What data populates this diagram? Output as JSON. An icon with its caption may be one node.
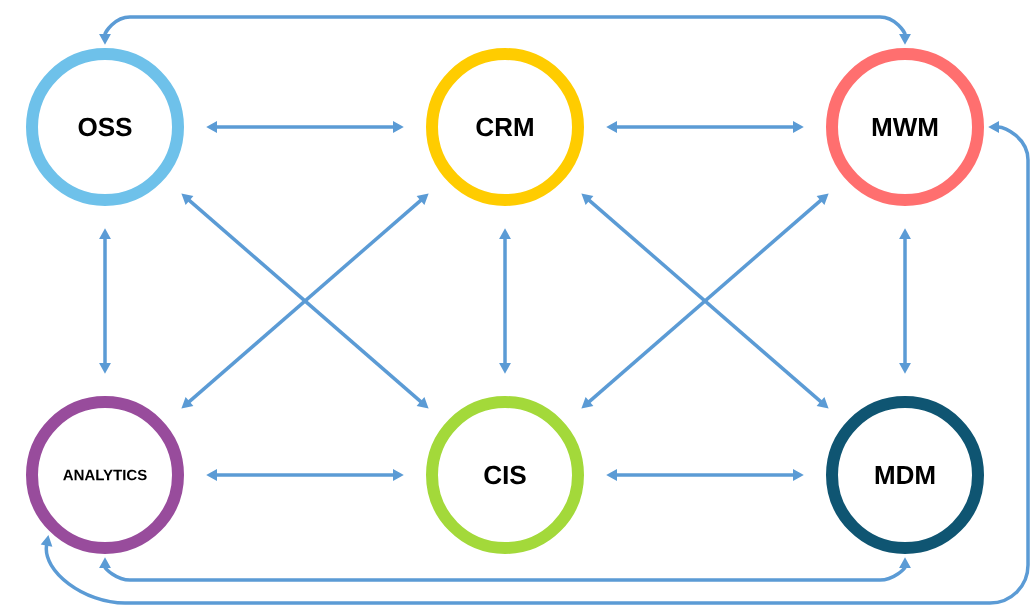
{
  "diagram": {
    "nodes": [
      {
        "text": [
          "OSS"
        ]
      },
      {
        "text": [
          "CRM"
        ]
      },
      {
        "text": [
          "MWM"
        ]
      },
      {
        "text": [
          "ANALYTICS"
        ]
      },
      {
        "text": [
          "CIS"
        ]
      },
      {
        "text": [
          "MDM"
        ]
      }
    ],
    "edges": [
      {
        "from": 0,
        "to": 1,
        "arrow": "both"
      },
      {
        "from": 1,
        "to": 2,
        "arrow": "both"
      },
      {
        "from": 0,
        "to": 3,
        "arrow": "both"
      },
      {
        "from": 1,
        "to": 4,
        "arrow": "both"
      },
      {
        "from": 2,
        "to": 5,
        "arrow": "both"
      },
      {
        "from": 3,
        "to": 4,
        "arrow": "both"
      },
      {
        "from": 4,
        "to": 5,
        "arrow": "both"
      },
      {
        "from": 0,
        "to": 4,
        "arrow": "both"
      },
      {
        "from": 1,
        "to": 3,
        "arrow": "both"
      },
      {
        "from": 1,
        "to": 5,
        "arrow": "both"
      },
      {
        "from": 2,
        "to": 4,
        "arrow": "both"
      },
      {
        "from": 0,
        "to": 2,
        "arrow": "both"
      },
      {
        "from": 3,
        "to": 5,
        "arrow": "both"
      },
      {
        "from": 3,
        "to": 2,
        "arrow": "both"
      }
    ]
  }
}
